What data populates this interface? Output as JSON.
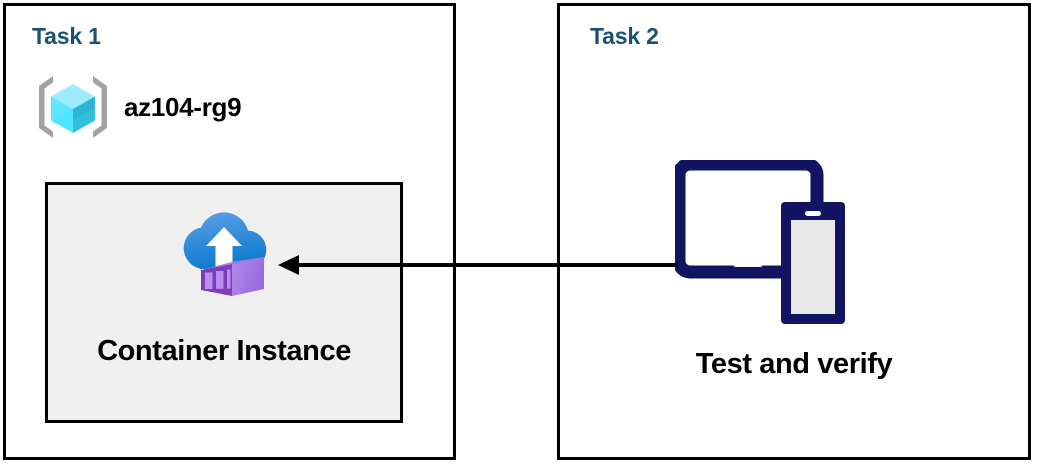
{
  "diagram": {
    "background": "#ffffff",
    "border_color": "#000000",
    "accent_blue": "#1b5274",
    "box_fill": "#f0f0f0",
    "device_navy": "#131363",
    "cloud_blue": "#2f8fe0",
    "container_purple": "#9b6fe0",
    "cube_cyan": "#50e6ff",
    "bracket_gray": "#a0a3a6"
  },
  "panels": [
    {
      "id": "task1",
      "title": "Task 1",
      "resource_group": {
        "icon": "azure-resource-group-icon",
        "label": "az104-rg9"
      },
      "resource_box": {
        "icon": "azure-container-instance-icon",
        "label": "Container Instance",
        "fill": "#f0f0f0"
      }
    },
    {
      "id": "task2",
      "title": "Task 2",
      "device": {
        "icon": "tablet-and-phone-icon",
        "label": "Test and verify"
      }
    }
  ],
  "connector": {
    "name": "arrow-task2-to-container-instance",
    "direction": "right-to-left",
    "color": "#000000",
    "from": "Test and verify",
    "to": "Container Instance"
  }
}
